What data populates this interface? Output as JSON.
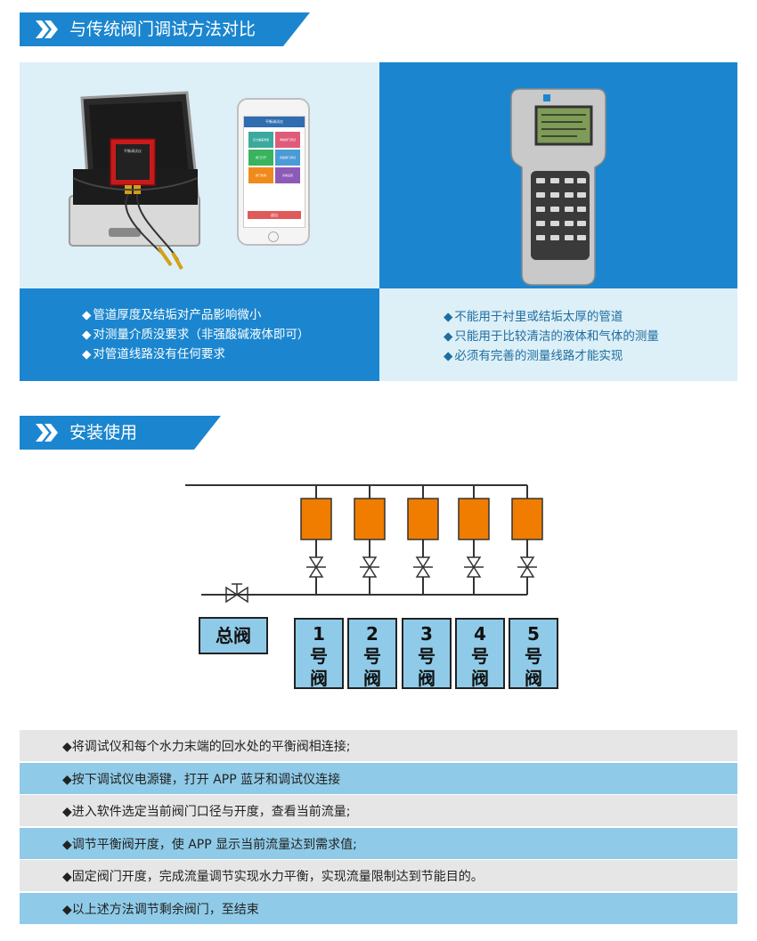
{
  "sections": {
    "compare": {
      "title": "与传统阀门调试方法对比"
    },
    "install": {
      "title": "安装使用"
    }
  },
  "device": {
    "title": "平衡调试仪",
    "buttons": [
      "压力偏差测量",
      "单独阀门调试",
      "阀门打开",
      "初始阀门调试",
      "阀门校准",
      "系统设置"
    ],
    "bottom": "退出"
  },
  "compare_left": {
    "bullets": [
      "管道厚度及结垢对产品影响微小",
      "对测量介质没要求（非强酸碱液体即可）",
      "对管道线路没有任何要求"
    ]
  },
  "compare_right": {
    "bullets": [
      "不能用于衬里或结垢太厚的管道",
      "只能用于比较清洁的液体和气体的测量",
      "必须有完善的测量线路才能实现"
    ]
  },
  "bullet_symbol": "◆",
  "diagram": {
    "main_valve": "总阀",
    "valves": [
      {
        "num": "1",
        "a": "号",
        "b": "阀"
      },
      {
        "num": "2",
        "a": "号",
        "b": "阀"
      },
      {
        "num": "3",
        "a": "号",
        "b": "阀"
      },
      {
        "num": "4",
        "a": "号",
        "b": "阀"
      },
      {
        "num": "5",
        "a": "号",
        "b": "阀"
      }
    ]
  },
  "steps": [
    "◆将调试仪和每个水力末端的回水处的平衡阀相连接;",
    "◆按下调试仪电源键，打开 APP 蓝牙和调试仪连接",
    "◆进入软件选定当前阀门口径与开度，查看当前流量;",
    "◆调节平衡阀开度，使 APP 显示当前流量达到需求值;",
    "◆固定阀门开度，完成流量调节实现水力平衡，实现流量限制达到节能目的。",
    "◆以上述方法调节剩余阀门，至结束"
  ],
  "colors": {
    "accent": "#1b86cf",
    "light": "#ddeff7",
    "orange": "#f07d00",
    "box": "#8fcbe8"
  }
}
